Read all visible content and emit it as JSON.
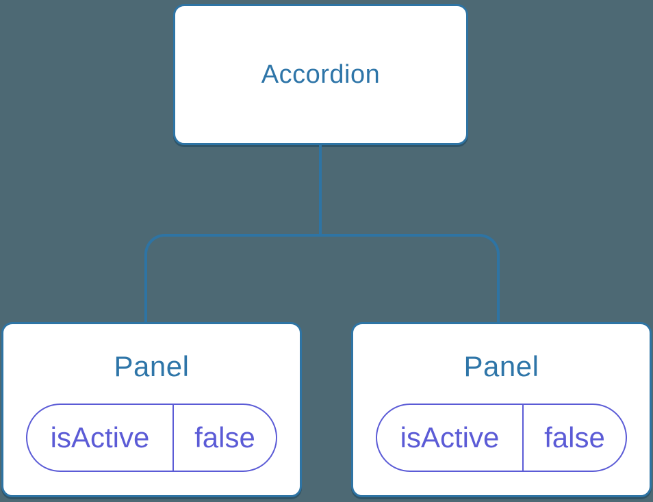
{
  "diagram": {
    "root_node": {
      "label": "Accordion"
    },
    "panels": [
      {
        "label": "Panel",
        "state": {
          "key": "isActive",
          "value": "false"
        }
      },
      {
        "label": "Panel",
        "state": {
          "key": "isActive",
          "value": "false"
        }
      }
    ]
  },
  "colors": {
    "background": "#4d6974",
    "node_bg": "#ffffff",
    "node_border": "#2e74a4",
    "node_text": "#2e75a8",
    "connector": "#2e74a4",
    "state_color": "#5b5bd6"
  }
}
